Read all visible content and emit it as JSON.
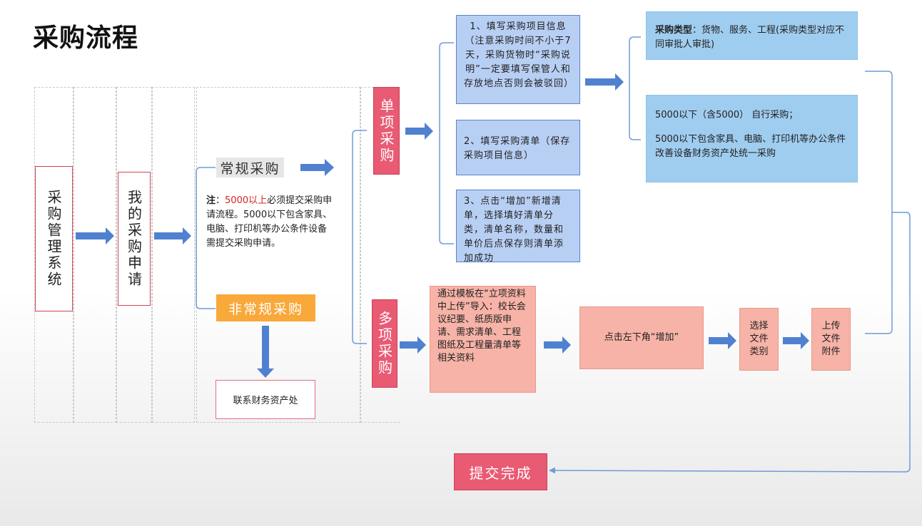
{
  "title": "采购流程",
  "lanes": {
    "system": "采购管理系统",
    "my_purchase": "我的采购申请"
  },
  "regular": {
    "label": "常规采购",
    "note_prefix": "注",
    "note_colon": "：",
    "note_highlight": "5000以上",
    "note_rest": "必须提交采购申请流程。5000以下包含家具、电脑、打印机等办公条件设备需提交采购申请。"
  },
  "irregular": {
    "label": "非常规采购",
    "contact": "联系财务资产处"
  },
  "single": {
    "label": "单项采购",
    "step1": "1、填写采购项目信息（注意采购时间不小于7天，采购货物时“采购说明”一定要填写保管人和存放地点否则会被驳回）",
    "step2": "2、填写采购清单（保存采购项目信息）",
    "step3": "3、点击“增加”新增清单，选择填好清单分类，清单名称，数量和单价后点保存则清单添加成功"
  },
  "types": {
    "label": "采购类型",
    "colon": "：",
    "text": "货物、服务、工程(采购类型对应不同审批人审批)"
  },
  "limits": {
    "line1": "5000以下（含5000）  自行采购；",
    "line2": "5000以下包含家具、电脑、打印机等办公条件改善设备财务资产处统一采购"
  },
  "multi": {
    "label": "多项采购",
    "template": "通过模板在“立项资料中上传”导入：校长会议纪要、纸质版申请、需求清单、工程图纸及工程量清单等相关资料",
    "add": "点击左下角“增加”",
    "select_type": "选择文件类别",
    "upload": "上传文件附件"
  },
  "submit": "提交完成",
  "colors": {
    "arrow": "#4f81d0",
    "bracket": "#6f9bd8",
    "pink": "#e95a73",
    "orange": "#f9a83a",
    "blue_box": "#b8cff4",
    "light_blue_box": "#9fcdf0",
    "salmon": "#f7b3a7"
  }
}
